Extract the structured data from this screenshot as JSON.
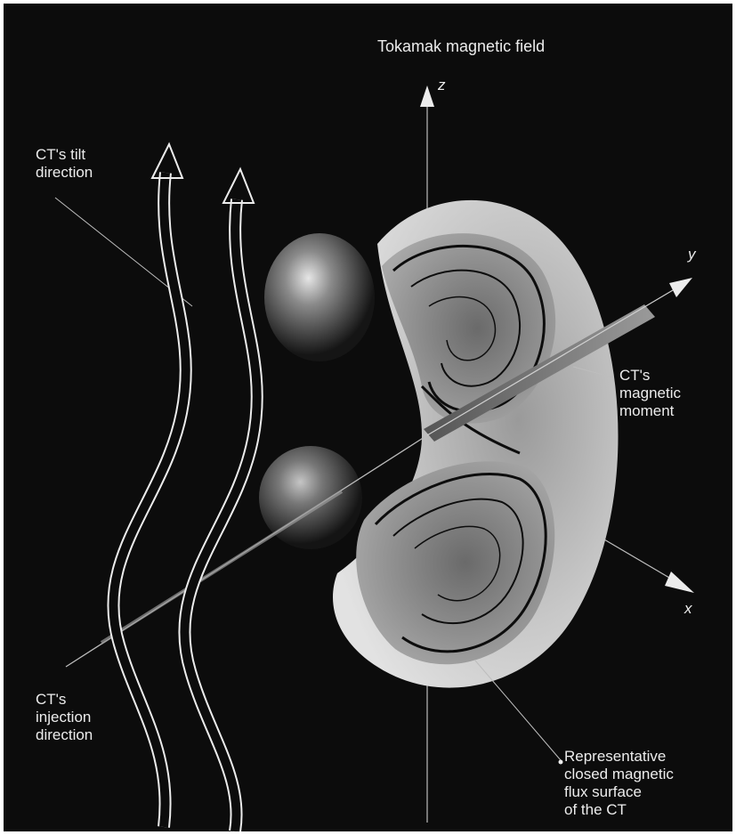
{
  "figure": {
    "title": "Tokamak magnetic field",
    "labels": {
      "tilt": [
        "CT's tilt",
        "direction"
      ],
      "injection": [
        "CT's",
        "injection",
        "direction"
      ],
      "moment": [
        "CT's",
        "magnetic",
        "moment"
      ],
      "flux": [
        "Representative",
        "closed magnetic",
        "flux surface",
        "of the CT"
      ]
    },
    "axes": {
      "x": "x",
      "y": "y",
      "z": "z"
    }
  },
  "colors": {
    "background": "#0c0c0c",
    "ink": "#ececec"
  }
}
